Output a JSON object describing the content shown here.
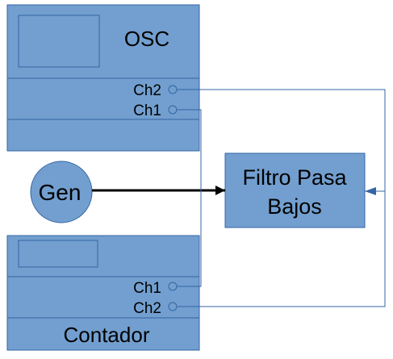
{
  "colors": {
    "fill": "#729fcf",
    "stroke": "#3465a4",
    "arrow": "#000000"
  },
  "oscilloscope": {
    "label": "OSC",
    "ch2_label": "Ch2",
    "ch1_label": "Ch1"
  },
  "generator": {
    "label": "Gen"
  },
  "filter": {
    "label_line1": "Filtro Pasa",
    "label_line2": "Bajos"
  },
  "counter": {
    "label": "Contador",
    "ch1_label": "Ch1",
    "ch2_label": "Ch2"
  }
}
